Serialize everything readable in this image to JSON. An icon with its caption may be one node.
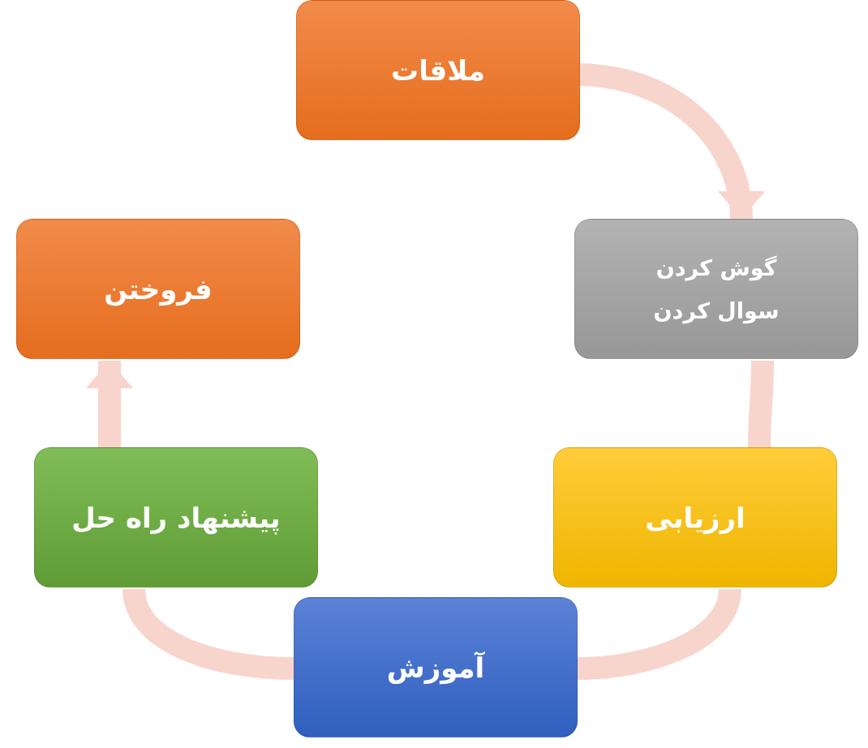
{
  "diagram": {
    "nodes": [
      {
        "text": [
          "ملاقات"
        ]
      },
      {
        "text": [
          "گوش کردن",
          "سوال کردن"
        ]
      },
      {
        "text": [
          "ارزیابی"
        ]
      },
      {
        "text": [
          "آموزش"
        ]
      },
      {
        "text": [
          "پیشنهاد راه حل"
        ]
      },
      {
        "text": [
          "فروختن"
        ]
      }
    ],
    "edges": [
      {
        "from": 0,
        "to": 1,
        "arrow": "to"
      },
      {
        "from": 1,
        "to": 2,
        "arrow": "none"
      },
      {
        "from": 2,
        "to": 3,
        "arrow": "none"
      },
      {
        "from": 3,
        "to": 4,
        "arrow": "none"
      },
      {
        "from": 4,
        "to": 5,
        "arrow": "to"
      }
    ]
  }
}
